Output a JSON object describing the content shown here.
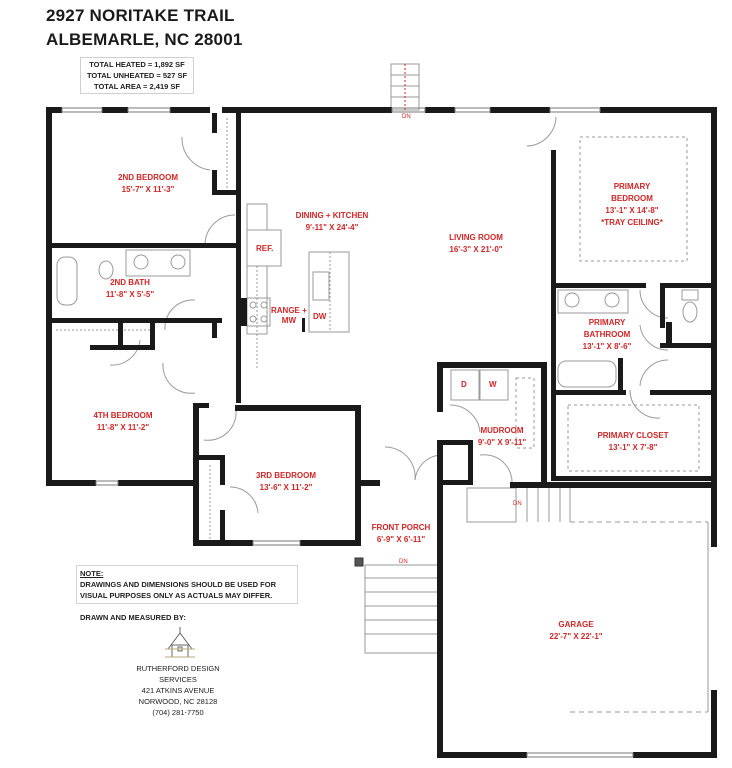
{
  "header": {
    "address_line1": "2927 NORITAKE TRAIL",
    "address_line2": "ALBEMARLE, NC 28001"
  },
  "totals": {
    "heated": "TOTAL HEATED = 1,892 SF",
    "unheated": "TOTAL UNHEATED = 527 SF",
    "area": "TOTAL AREA = 2,419 SF"
  },
  "rooms": {
    "bedroom2": {
      "name": "2ND BEDROOM",
      "size": "15'-7\" X 11'-3\""
    },
    "dining_kitchen": {
      "name": "DINING + KITCHEN",
      "size": "9'-11\" X 24'-4\""
    },
    "living": {
      "name": "LIVING ROOM",
      "size": "16'-3\" X 21'-0\""
    },
    "primary_bedroom": {
      "name1": "PRIMARY",
      "name2": "BEDROOM",
      "size": "13'-1\" X 14'-8\"",
      "note": "*TRAY CEILING*"
    },
    "bath2": {
      "name": "2ND BATH",
      "size": "11'-8\" X 5'-5\""
    },
    "primary_bath": {
      "name1": "PRIMARY",
      "name2": "BATHROOM",
      "size": "13'-1\" X 8'-6\""
    },
    "bedroom4": {
      "name": "4TH BEDROOM",
      "size": "11'-8\" X 11'-2\""
    },
    "mudroom": {
      "name": "MUDROOM",
      "size": "9'-0\" X 9'-11\""
    },
    "primary_closet": {
      "name": "PRIMARY CLOSET",
      "size": "13'-1\" X 7'-8\""
    },
    "bedroom3": {
      "name": "3RD BEDROOM",
      "size": "13'-6\" X 11'-2\""
    },
    "front_porch": {
      "name": "FRONT PORCH",
      "size": "6'-9\" X 6'-11\""
    },
    "garage": {
      "name": "GARAGE",
      "size": "22'-7\" X 22'-1\""
    }
  },
  "fixtures": {
    "ref": "REF.",
    "range1": "RANGE +",
    "range2": "MW",
    "dw": "DW",
    "dryer": "D",
    "washer": "W"
  },
  "stairs": {
    "dn_label": "DN"
  },
  "note": {
    "heading": "NOTE:",
    "line1": "DRAWINGS AND DIMENSIONS SHOULD BE USED FOR",
    "line2": "VISUAL PURPOSES ONLY AS ACTUALS MAY DIFFER."
  },
  "credits": {
    "drawn_by": "DRAWN AND MEASURED BY:",
    "company": "RUTHERFORD DESIGN SERVICES",
    "street": "421 ATKINS AVENUE",
    "city": "NORWOOD, NC 28128",
    "phone": "(704) 281-7750"
  },
  "colors": {
    "wall": "#1a1a1a",
    "label": "#d32626",
    "fixture_line": "#9a9a9a"
  }
}
